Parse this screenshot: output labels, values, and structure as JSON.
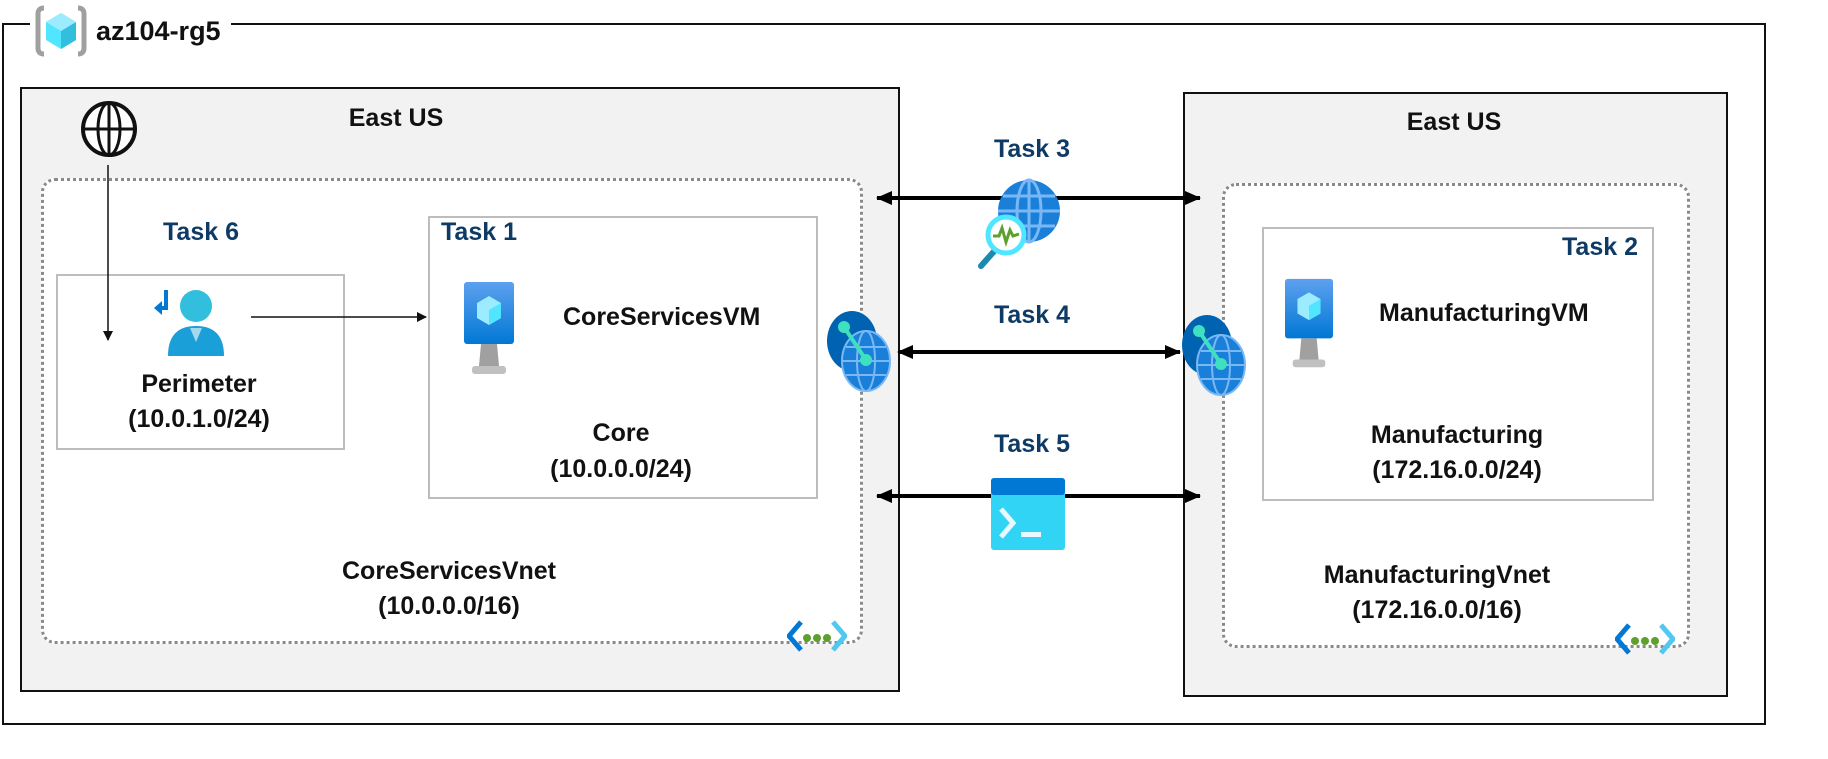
{
  "resource_group": {
    "name": "az104-rg5",
    "icon": "resource-group-icon"
  },
  "regions": [
    {
      "title": "East US"
    },
    {
      "title": "East US"
    }
  ],
  "core_vnet": {
    "name": "CoreServicesVnet",
    "cidr": "(10.0.0.0/16)",
    "icon": "virtual-network-icon"
  },
  "manufacturing_vnet": {
    "name": "ManufacturingVnet",
    "cidr": "(172.16.0.0/16)",
    "icon": "virtual-network-icon"
  },
  "subnets": {
    "perimeter": {
      "name": "Perimeter",
      "cidr": "(10.0.1.0/24)",
      "task": "Task 6",
      "icon": "route-table-user-icon"
    },
    "core": {
      "name": "Core",
      "cidr": "(10.0.0.0/24)",
      "task": "Task 1",
      "vm": "CoreServicesVM",
      "icon": "virtual-machine-icon"
    },
    "manufacturing": {
      "name": "Manufacturing",
      "cidr": "(172.16.0.0/24)",
      "task": "Task 2",
      "vm": "ManufacturingVM",
      "icon": "virtual-machine-icon"
    }
  },
  "connections": [
    {
      "task": "Task 3",
      "icon": "network-watcher-icon"
    },
    {
      "task": "Task 4",
      "icon": "vnet-peering-icon"
    },
    {
      "task": "Task 5",
      "icon": "cloud-shell-icon"
    }
  ],
  "internet_icon": "globe-icon",
  "colors": {
    "task_text": "#0e3a66",
    "region_fill": "#f2f2f2",
    "azure_blue": "#0078d4",
    "azure_cyan": "#32d4f5"
  }
}
